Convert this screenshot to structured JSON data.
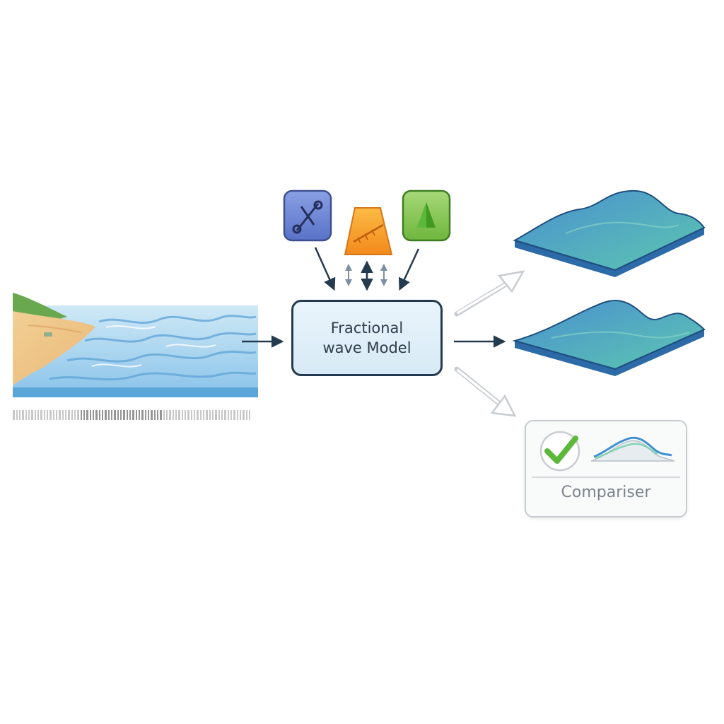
{
  "model": {
    "line1": "Fractional",
    "line2": "wave Model"
  },
  "comparer": {
    "label": "Compariser"
  },
  "icons": {
    "input_1": "scissors-icon",
    "input_2": "ruler-icon",
    "input_3": "triangle-icon",
    "validation": "checkmark-icon"
  },
  "colors": {
    "box_border": "#243a4e",
    "arrow": "#243a4e",
    "icon_blue": "#6f86d6",
    "icon_orange": "#f5a524",
    "icon_green": "#7fc24b",
    "wave_blue": "#3f8fd0",
    "wave_teal": "#5ec2a8",
    "check_green": "#5cb83a"
  }
}
